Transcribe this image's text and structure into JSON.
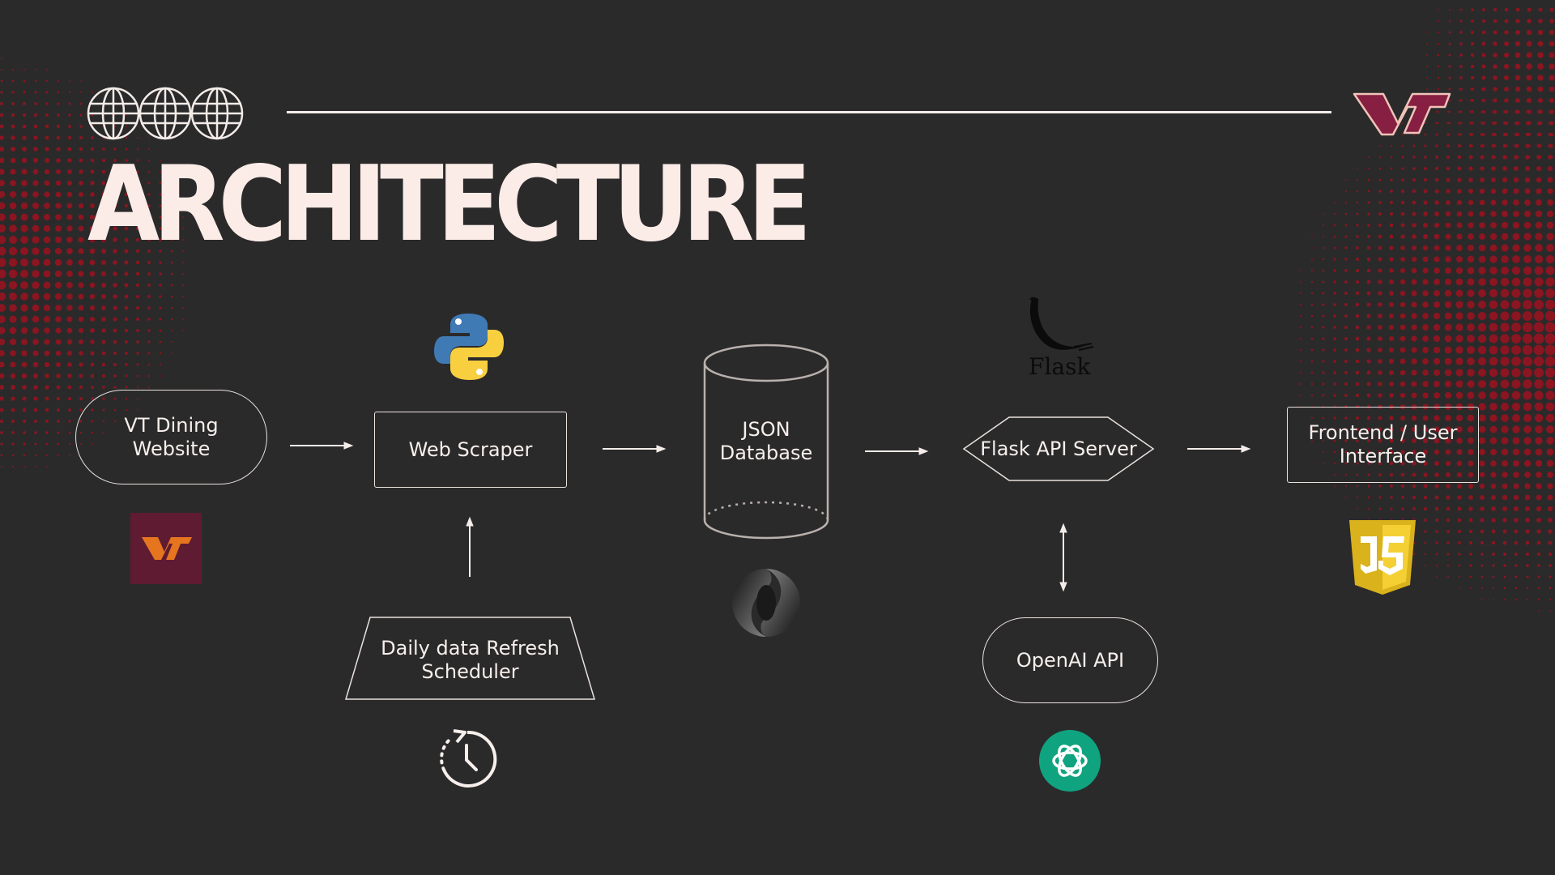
{
  "title": "ARCHITECTURE",
  "logo": {
    "text": "VT",
    "fill": "#861F41",
    "outline": "#E5751F"
  },
  "colors": {
    "background": "#2b2a2b",
    "dots": "#8b1520",
    "line": "#f3ece8"
  },
  "nodes": {
    "vt_dining": "VT Dining\nWebsite",
    "web_scraper": "Web Scraper",
    "json_db": "JSON\nDatabase",
    "flask_server": "Flask API Server",
    "frontend": "Frontend / User\nInterface",
    "scheduler": "Daily data Refresh\nScheduler",
    "openai": "OpenAI API"
  },
  "icons": {
    "vt_badge": "VT",
    "python": "python-icon",
    "flask_logo": "Flask",
    "json": "json-icon",
    "js_badge": "JS",
    "history": "history-clock-icon",
    "openai": "openai-icon",
    "globe": "globe-icon"
  }
}
